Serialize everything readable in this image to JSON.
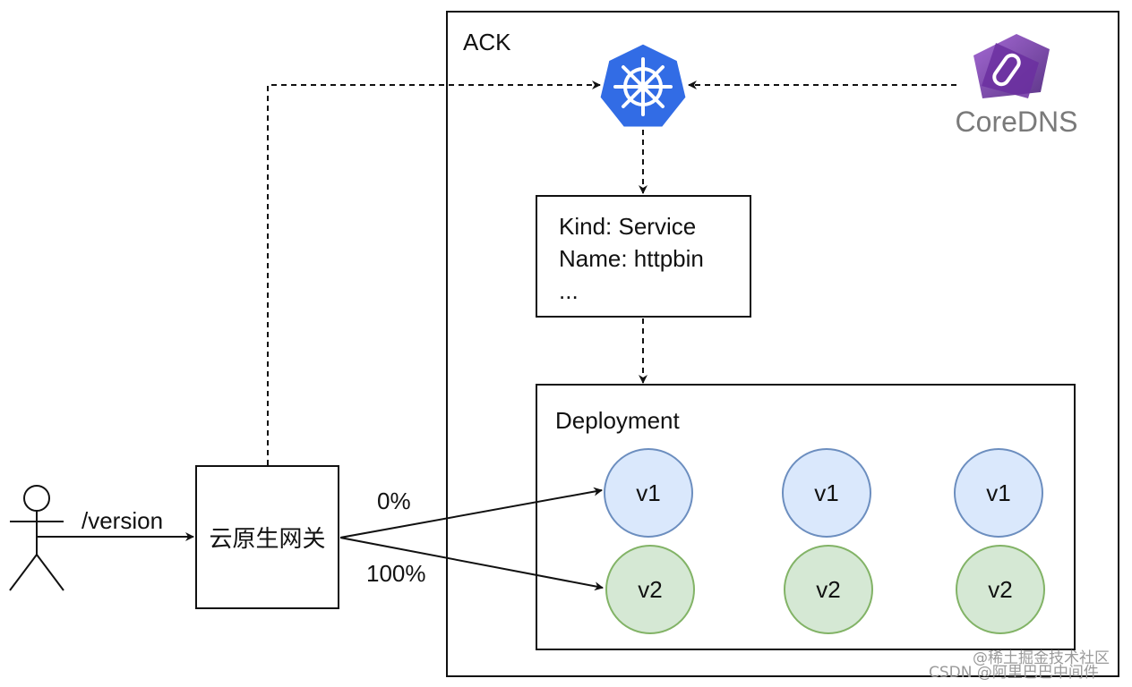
{
  "cluster": {
    "label": "ACK"
  },
  "actor": {
    "request_path": "/version"
  },
  "gateway": {
    "label": "云原生网关"
  },
  "service": {
    "lines": [
      "Kind: Service",
      "Name: httpbin",
      "..."
    ]
  },
  "deployment": {
    "label": "Deployment",
    "pods_v1": [
      "v1",
      "v1",
      "v1"
    ],
    "pods_v2": [
      "v2",
      "v2",
      "v2"
    ]
  },
  "traffic": {
    "v1_weight": "0%",
    "v2_weight": "100%"
  },
  "coredns": {
    "label": "CoreDNS"
  },
  "watermark": {
    "line1": "@稀土掘金技术社区",
    "line2": "CSDN @阿里巴巴中间件"
  },
  "colors": {
    "v1_fill": "#dae8fc",
    "v1_stroke": "#6c8ebf",
    "v2_fill": "#d5e8d4",
    "v2_stroke": "#82b366",
    "k8s_blue": "#326ce5",
    "coredns_purple": "#6b2fa0",
    "coredns_text": "#7a7a7a"
  },
  "icons": [
    "stick-figure-user-icon",
    "kubernetes-helm-icon",
    "coredns-logo-icon"
  ]
}
